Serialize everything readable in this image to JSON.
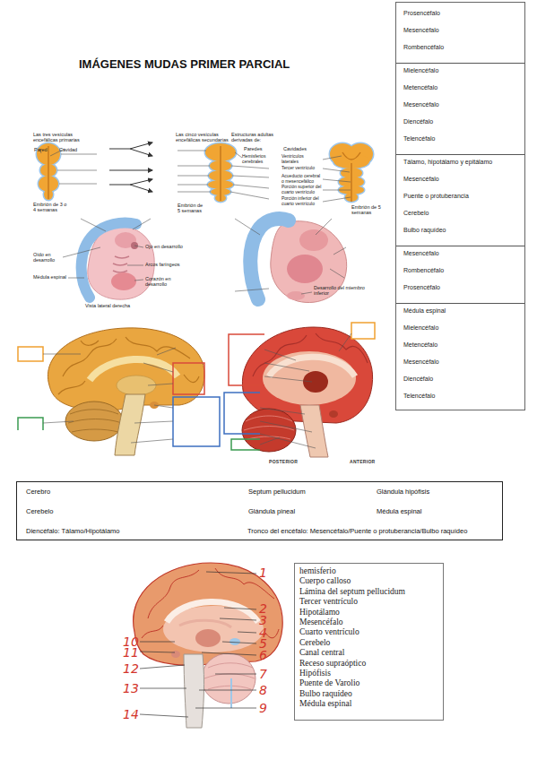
{
  "diagram": {
    "title": "IMÁGENES MUDAS PRIMER PARCIAL",
    "nodes": [
      {
        "text": [
          "Prosencéfalo",
          "Mesencéfalo",
          "Rombencéfalo",
          "Mielencéfalo",
          "Metencéfalo",
          "Mesencéfalo",
          "Diencéfalo",
          "Telencéfalo",
          "Tálamo, hipotálamo y epitálamo",
          "Mesencéfalo",
          "Puente o protuberancia",
          "Cerebelo",
          "Bulbo raquídeo",
          "Mesencéfalo",
          "Rombencéfalo",
          "Prosencéfalo",
          "Médula espinal",
          "Mielencéfalo",
          "Metencéfalo",
          "Mesencéfalo",
          "Diencéfalo",
          "Telencéfalo"
        ]
      },
      {
        "text": [
          "Cerebro",
          "Septum pellucidum",
          "Glándula hipófisis",
          "Cerebelo",
          "Glándula pineal",
          "Médula espinal",
          "Diencéfalo: Tálamo/Hipotálamo",
          "Tronco del encéfalo: Mesencéfalo/Puente o protuberancia/Bulbo raquídeo"
        ]
      },
      {
        "text": [
          "hemisferio",
          "Cuerpo calloso",
          "Lámina del septum pellucidum",
          "Tercer ventrículo",
          "Hipotálamo",
          "Mesencéfalo",
          "Cuarto ventrículo",
          "Cerebelo",
          "Canal central",
          "Receso supraóptico",
          "Hipófisis",
          "Puente de Varolio",
          "Bulbo raquídeo",
          "Médula espinal"
        ]
      }
    ],
    "labels": [
      "Las tres vesículas encefálicas primarias",
      "Pared",
      "Cavidad",
      "Embrión de 3 o 4 semanas",
      "Las cinco vesículas encefálicas secundarias",
      "Estructuras adultas derivadas de:",
      "Paredes",
      "Cavidades",
      "Hemisferios cerebrales",
      "Ventrículos laterales",
      "Tercer ventrículo",
      "Acueducto cerebral o mesencefálico",
      "Porción superior del cuarto ventrículo",
      "Porción inferior del cuarto ventrículo",
      "Embrión de 5 semanas",
      "Embrión de 5 semanas",
      "Ojo en desarrollo",
      "Oído en desarrollo",
      "Arcos faríngeos",
      "Médula espinal",
      "Corazón en desarrollo",
      "Vista lateral derecha",
      "Desarrollo del miembro inferior",
      "POSTERIOR",
      "ANTERIOR",
      "1",
      "2",
      "3",
      "4",
      "5",
      "6",
      "7",
      "8",
      "9",
      "10",
      "11",
      "12",
      "13",
      "14"
    ]
  }
}
